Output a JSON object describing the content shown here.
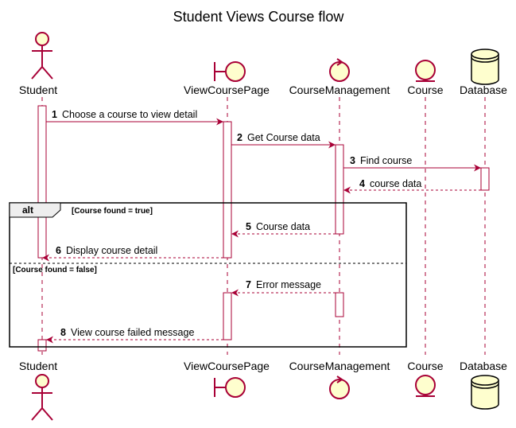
{
  "title": "Student Views Course flow",
  "colors": {
    "participant_fill": "#FEFECE",
    "participant_stroke": "#A80036",
    "arrow": "#A80036",
    "lifeline": "#A80036",
    "frame": "#000000"
  },
  "participants": [
    {
      "id": "student",
      "name": "Student",
      "kind": "actor"
    },
    {
      "id": "viewcoursepage",
      "name": "ViewCoursePage",
      "kind": "boundary"
    },
    {
      "id": "coursemanagement",
      "name": "CourseManagement",
      "kind": "control"
    },
    {
      "id": "course",
      "name": "Course",
      "kind": "entity"
    },
    {
      "id": "database",
      "name": "Database",
      "kind": "database"
    }
  ],
  "messages": [
    {
      "num": "1",
      "text": "Choose a course to view detail",
      "from": "student",
      "to": "viewcoursepage",
      "style": "sync"
    },
    {
      "num": "2",
      "text": "Get Course data",
      "from": "viewcoursepage",
      "to": "coursemanagement",
      "style": "sync"
    },
    {
      "num": "3",
      "text": "Find course",
      "from": "coursemanagement",
      "to": "database",
      "style": "sync"
    },
    {
      "num": "4",
      "text": "course data",
      "from": "database",
      "to": "coursemanagement",
      "style": "return"
    },
    {
      "num": "5",
      "text": "Course data",
      "from": "coursemanagement",
      "to": "viewcoursepage",
      "style": "return"
    },
    {
      "num": "6",
      "text": "Display course detail",
      "from": "viewcoursepage",
      "to": "student",
      "style": "return"
    },
    {
      "num": "7",
      "text": "Error message",
      "from": "coursemanagement",
      "to": "viewcoursepage",
      "style": "return"
    },
    {
      "num": "8",
      "text": "View course failed message",
      "from": "viewcoursepage",
      "to": "student",
      "style": "return"
    }
  ],
  "fragment": {
    "label": "alt",
    "guards": [
      "[Course found = true]",
      "[Course found = false]"
    ]
  }
}
